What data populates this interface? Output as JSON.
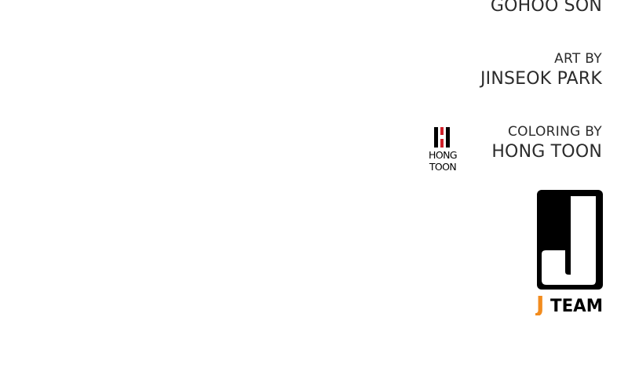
{
  "credits": {
    "story": {
      "name": "GOHOO SON"
    },
    "art": {
      "role": "ART BY",
      "name": "JINSEOK PARK"
    },
    "coloring": {
      "role": "COLORING BY",
      "name": "HONG TOON"
    }
  },
  "logos": {
    "hong_toon": {
      "line1": "HONG",
      "line2": "TOON"
    },
    "jteam": {
      "letter": "J",
      "word": "TEAM"
    }
  },
  "colors": {
    "text": "#2b2b2b",
    "hong_red": "#d0202a",
    "jteam_orange": "#f28c1e",
    "black": "#000000"
  }
}
